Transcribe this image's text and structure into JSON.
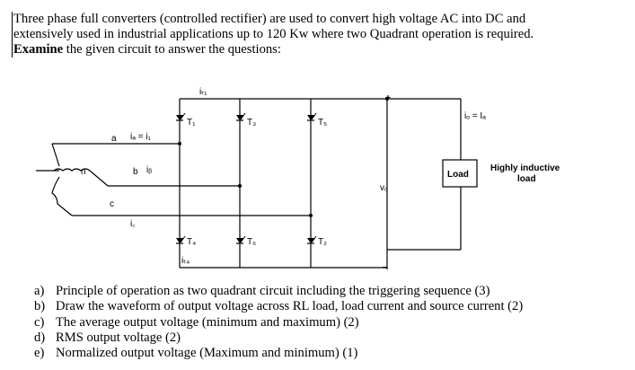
{
  "intro": {
    "line1": "Three phase full converters (controlled rectifier) are used to convert high voltage AC into DC and",
    "line2": "extensively used in industrial applications up to 120 Kw where two Quadrant operation is required.",
    "line3_bold": "Examine",
    "line3_rest": " the given circuit to answer the questions:"
  },
  "circuit": {
    "phase_a": "a",
    "phase_b": "b",
    "phase_c": "c",
    "neutral": "n",
    "current_a": "iₐ = i₁",
    "current_b": "iᵦ",
    "current_c": "i꜀",
    "thyristor_t1": "T₁",
    "thyristor_t3": "T₃",
    "thyristor_t5": "T₅",
    "thyristor_t4": "T₄",
    "thyristor_t6": "T₆",
    "thyristor_t2": "T₂",
    "current_t1": "iₜ₁",
    "current_t4": "iₜ₄",
    "plus": "+",
    "minus": "–",
    "vo": "vₒ",
    "io": "iₒ = Iₐ",
    "load": "Load",
    "load_desc_1": "Highly inductive",
    "load_desc_2": "load"
  },
  "questions": [
    {
      "letter": "a)",
      "text": "Principle of operation as two quadrant circuit including the triggering sequence (3)"
    },
    {
      "letter": "b)",
      "text": "Draw the waveform of output voltage across RL load, load current and source current (2)"
    },
    {
      "letter": "c)",
      "text": "The average output voltage (minimum and maximum) (2)"
    },
    {
      "letter": "d)",
      "text": "RMS output voltage (2)"
    },
    {
      "letter": "e)",
      "text": "Normalized output voltage (Maximum and minimum) (1)"
    }
  ]
}
